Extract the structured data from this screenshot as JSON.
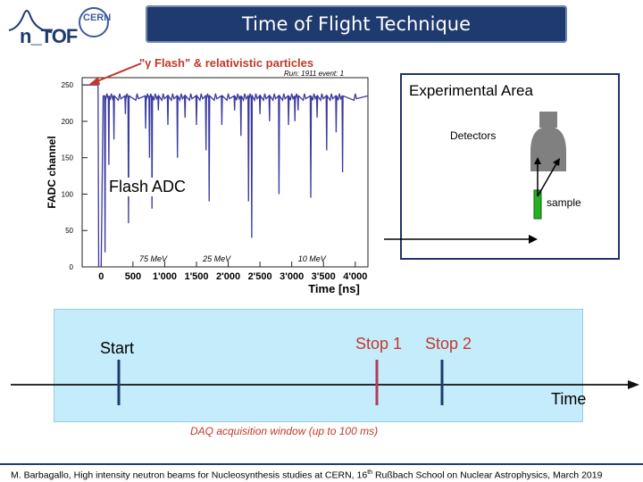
{
  "header": {
    "title": "Time of Flight Technique",
    "ntof_logo": "n_TOF",
    "cern_logo": "CERN"
  },
  "plot": {
    "annotation": "\"γ Flash\" & relativistic particles",
    "run_info": "Run: 1911 event: 1",
    "ylabel": "FADC channel",
    "xlabel": "Time [ns]",
    "overlay_label": "Flash ADC",
    "y_ticks": [
      "250",
      "200",
      "150",
      "100",
      "50",
      "0"
    ],
    "x_ticks": [
      "0",
      "500",
      "1'000",
      "1'500",
      "2'000",
      "2'500",
      "3'000",
      "3'500",
      "4'000"
    ],
    "energy_labels": [
      "75 MeV",
      "25 MeV",
      "10 MeV"
    ]
  },
  "chart_data": {
    "type": "line",
    "xlabel": "Time [ns]",
    "ylabel": "FADC channel",
    "xlim": [
      -300,
      4200
    ],
    "ylim": [
      0,
      260
    ],
    "baseline": 235,
    "x_ticks": [
      0,
      500,
      1000,
      1500,
      2000,
      2500,
      3000,
      3500,
      4000
    ],
    "y_ticks": [
      0,
      50,
      100,
      150,
      200,
      250
    ],
    "flash_x": [
      -300,
      -50,
      -40,
      0,
      30
    ],
    "flash_y": [
      250,
      250,
      0,
      0,
      235
    ],
    "dips_x": [
      60,
      120,
      200,
      380,
      430,
      700,
      760,
      800,
      900,
      1050,
      1200,
      1320,
      1500,
      1650,
      1700,
      1900,
      2100,
      2200,
      2320,
      2370,
      2500,
      2650,
      2800,
      2950,
      3050,
      3100,
      3300,
      3400,
      3550,
      3700,
      3800
    ],
    "dips_y": [
      20,
      140,
      175,
      210,
      60,
      190,
      150,
      80,
      215,
      195,
      150,
      205,
      195,
      160,
      90,
      195,
      215,
      180,
      90,
      40,
      210,
      200,
      100,
      195,
      200,
      215,
      95,
      205,
      160,
      185,
      130
    ]
  },
  "experimental_area": {
    "title": "Experimental Area",
    "detectors_label": "Detectors",
    "sample_label": "sample",
    "colors": {
      "border": "#20336b",
      "detector": "#808080",
      "sample": "#22b222"
    }
  },
  "timeline": {
    "start_label": "Start",
    "stop1_label": "Stop 1",
    "stop2_label": "Stop 2",
    "time_label": "Time",
    "daq_label": "DAQ acquisition window (up to 100 ms)",
    "colors": {
      "stop_text": "#c0392b",
      "start_marker": "#1f3a6e",
      "stop1_marker": "#b43c5a",
      "stop2_marker": "#1f3a6e",
      "background": "#c5ecfb"
    }
  },
  "footer": {
    "citation_pre": "M. Barbagallo, High intensity neutron beams for Nucleosynthesis studies at CERN, 16",
    "citation_sup": "th",
    "citation_post": " Rußbach School on Nuclear Astrophysics, March 2019"
  }
}
